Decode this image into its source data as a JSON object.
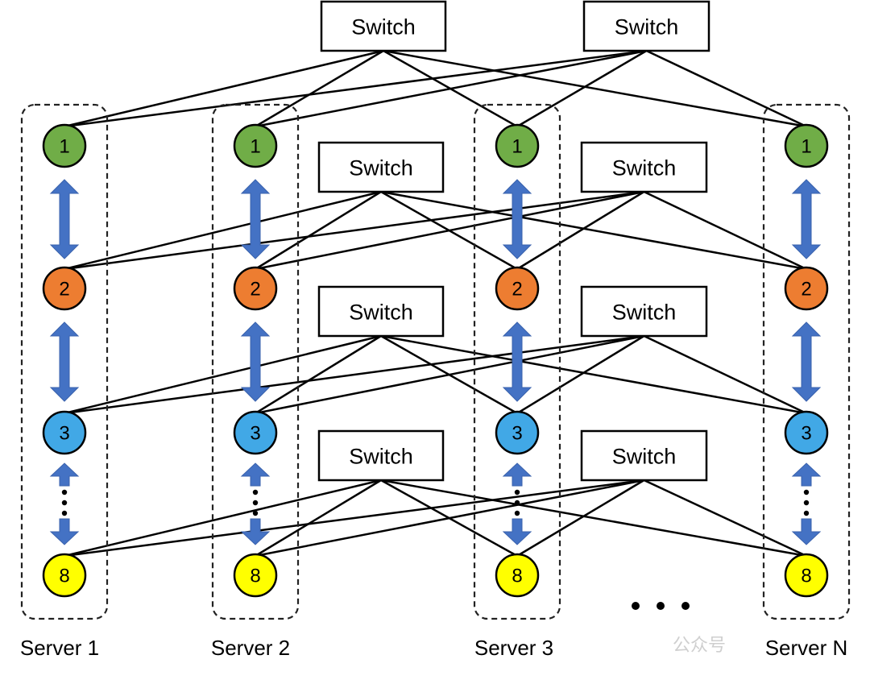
{
  "switch_label": "Switch",
  "servers": [
    {
      "label": "Server 1"
    },
    {
      "label": "Server 2"
    },
    {
      "label": "Server 3"
    },
    {
      "label": "Server N"
    }
  ],
  "gpu_labels": [
    "1",
    "2",
    "3",
    "8"
  ],
  "gpu_colors": [
    "#70ad47",
    "#ed7d31",
    "#41a8e6",
    "#ffff00"
  ],
  "watermark_text": "公众号",
  "ellipsis": "• • •"
}
